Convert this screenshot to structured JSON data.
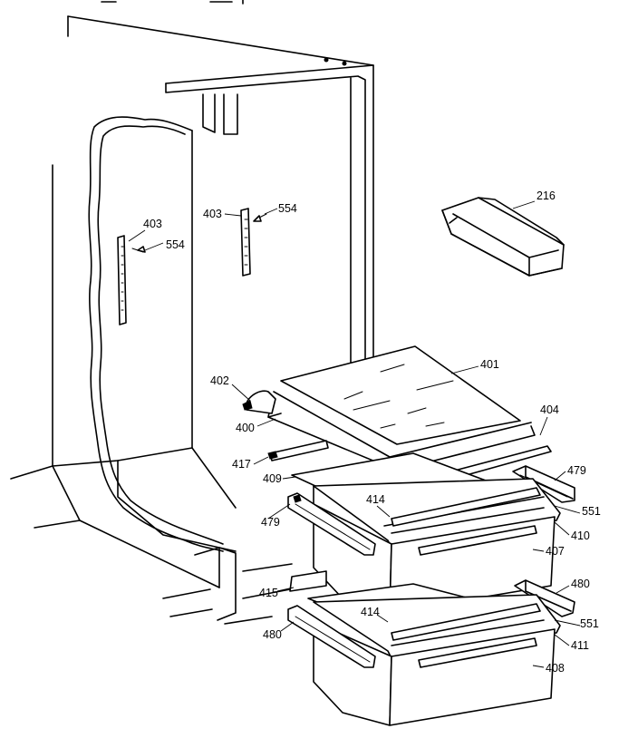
{
  "callouts": {
    "c216": "216",
    "c401": "401",
    "c402": "402",
    "c400": "400",
    "c403_left": "403",
    "c554_left": "554",
    "c403_mid": "403",
    "c554_mid": "554",
    "c404": "404",
    "c417": "417",
    "c409": "409",
    "c479_right": "479",
    "c551_upper": "551",
    "c414_upper": "414",
    "c410": "410",
    "c479_left": "479",
    "c407": "407",
    "c415": "415",
    "c480_right": "480",
    "c414_lower": "414",
    "c551_lower": "551",
    "c480_left": "480",
    "c411": "411",
    "c408": "408"
  }
}
